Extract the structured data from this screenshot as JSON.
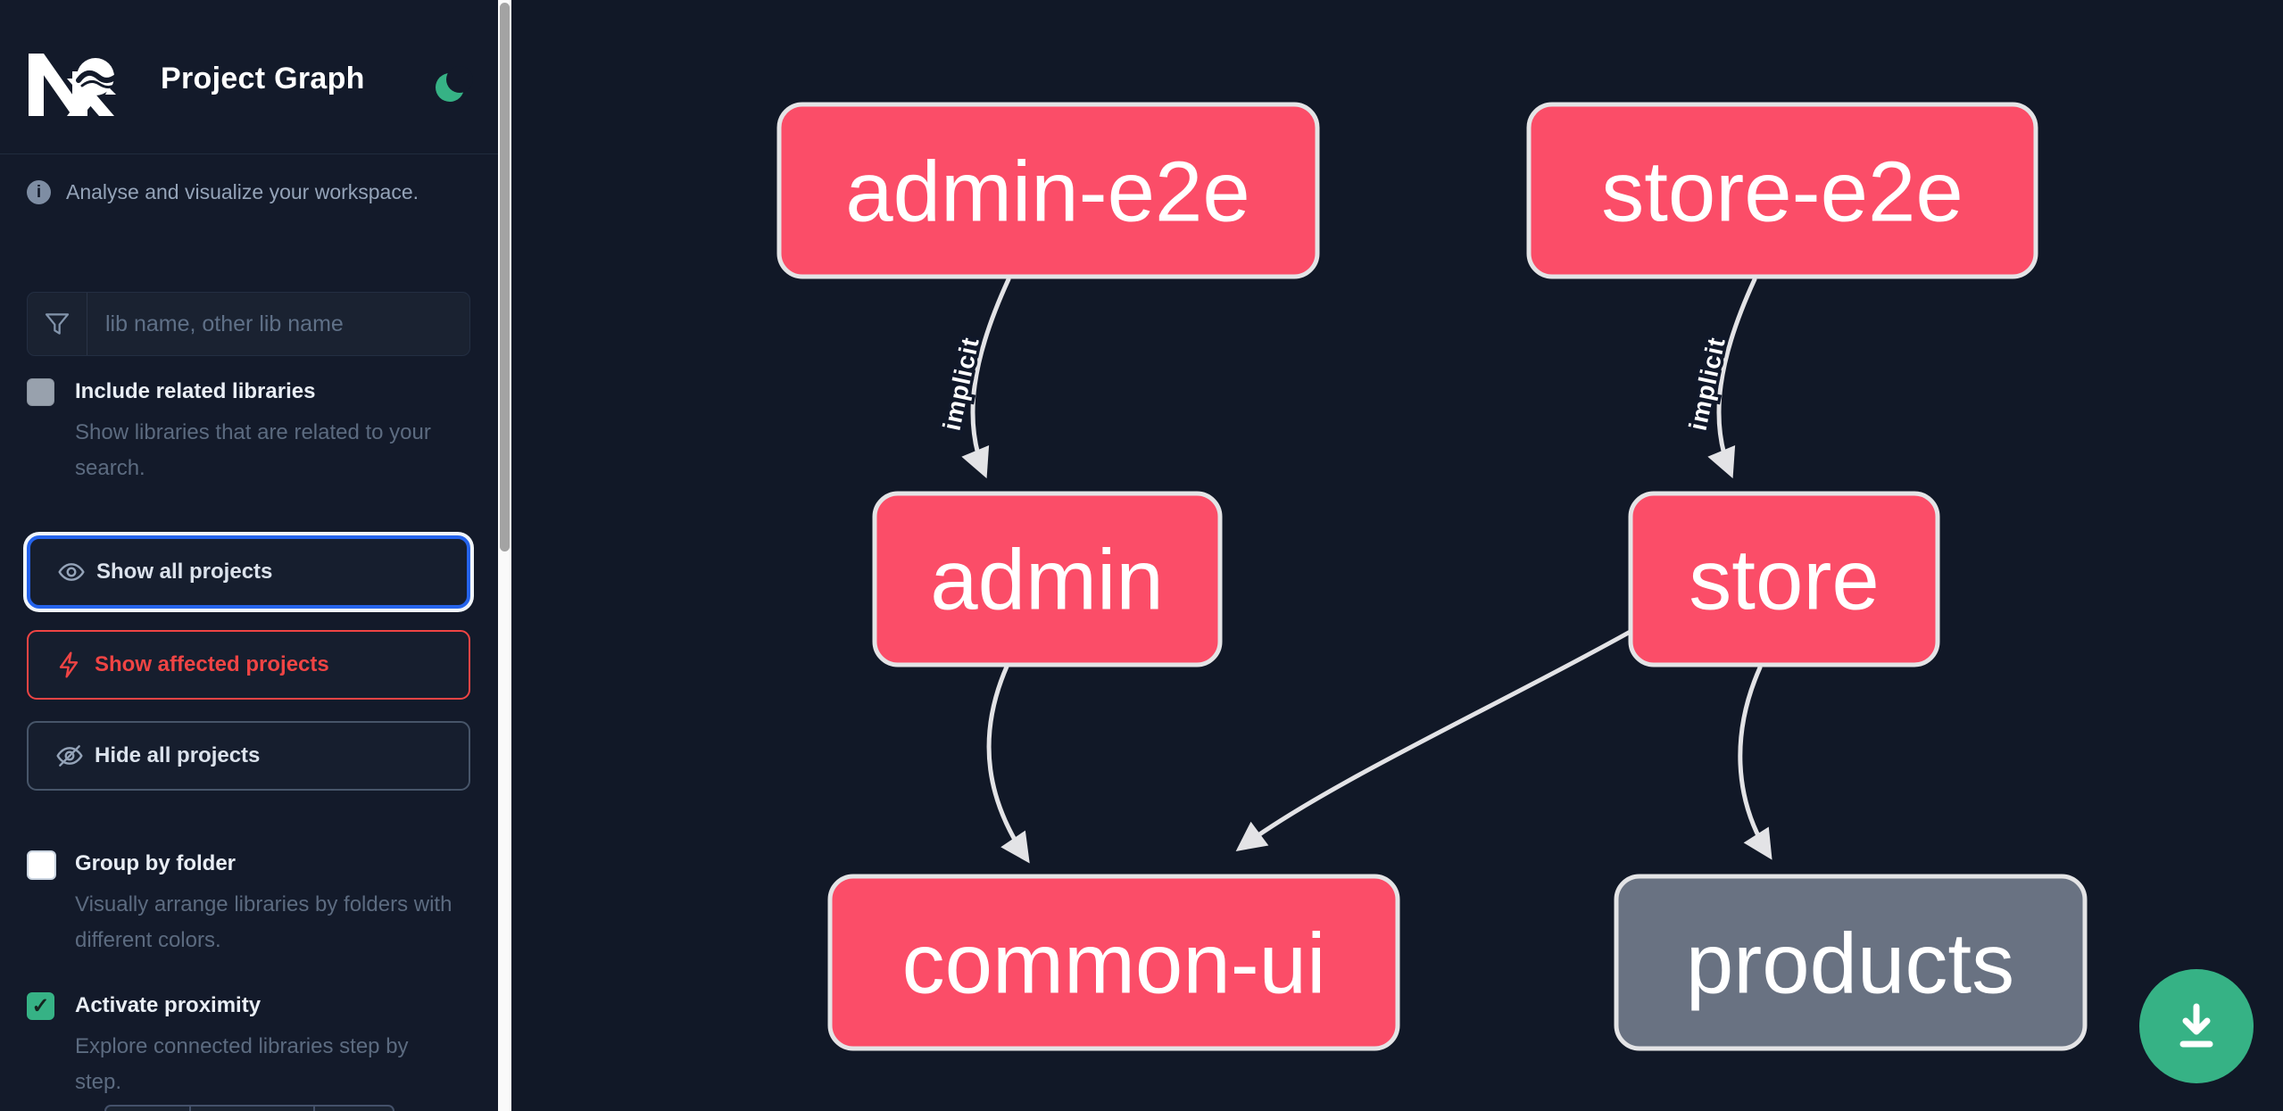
{
  "header": {
    "title": "Project Graph",
    "logo_name": "nx-logo",
    "theme_toggle_icon": "moon"
  },
  "sidebar": {
    "tagline": "Analyse and visualize your workspace.",
    "search": {
      "placeholder": "lib name, other lib name",
      "value": ""
    },
    "checkboxes": [
      {
        "label": "Include related libraries",
        "description": "Show libraries that are related to your search.",
        "checked": false,
        "check_glyph": ""
      },
      {
        "label": "Group by folder",
        "description": "Visually arrange libraries by folders with different colors.",
        "checked": false,
        "check_glyph": ""
      },
      {
        "label": "Activate proximity",
        "description": "Explore connected libraries step by step.",
        "checked": true,
        "check_glyph": "✓"
      }
    ],
    "buttons": [
      {
        "label": "Show all projects",
        "icon": "eye-icon",
        "state": "focused"
      },
      {
        "label": "Show affected projects",
        "icon": "bolt-icon",
        "state": "affected"
      },
      {
        "label": "Hide all projects",
        "icon": "eye-off-icon",
        "state": "default"
      }
    ]
  },
  "graph": {
    "nodes": [
      {
        "id": "admin-e2e",
        "label": "admin-e2e",
        "kind": "app"
      },
      {
        "id": "store-e2e",
        "label": "store-e2e",
        "kind": "app"
      },
      {
        "id": "admin",
        "label": "admin",
        "kind": "app"
      },
      {
        "id": "store",
        "label": "store",
        "kind": "app"
      },
      {
        "id": "common-ui",
        "label": "common-ui",
        "kind": "lib"
      },
      {
        "id": "products",
        "label": "products",
        "kind": "lib-unfocused"
      }
    ],
    "edges": [
      {
        "source": "admin-e2e",
        "target": "admin",
        "label": "implicit"
      },
      {
        "source": "store-e2e",
        "target": "store",
        "label": "implicit"
      },
      {
        "source": "admin",
        "target": "common-ui",
        "label": ""
      },
      {
        "source": "store",
        "target": "common-ui",
        "label": ""
      },
      {
        "source": "store",
        "target": "products",
        "label": ""
      }
    ]
  },
  "fab": {
    "icon": "download"
  },
  "colors": {
    "accent_green": "#36b285",
    "node_pink": "#fb4d68",
    "node_gray": "#697282",
    "focus_blue": "#2563eb",
    "affected_red": "#ef4444",
    "background": "#111827"
  }
}
